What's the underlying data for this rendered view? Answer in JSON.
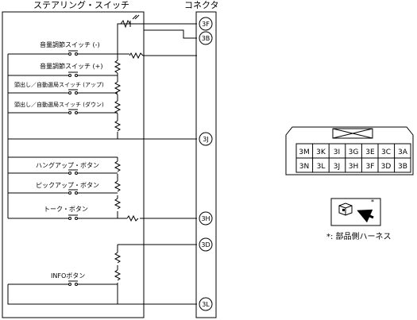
{
  "title_left": "ステアリング・スイッチ",
  "title_right": "コネクタ",
  "pins": {
    "p3F": "3F",
    "p3B": "3B",
    "p3J": "3J",
    "p3H": "3H",
    "p3D": "3D",
    "p3L": "3L"
  },
  "switches": {
    "vol_minus": "音量調節スイッチ (-)",
    "vol_plus": "音量調節スイッチ (+)",
    "seek_up": "頭出し／自動選局スイッチ (アップ)",
    "seek_down": "頭出し／自動選局スイッチ (ダウン)",
    "hang_up": "ハングアップ・ボタン",
    "pick_up": "ピックアップ・ボタン",
    "talk": "トーク・ボタン",
    "info": "INFOボタン"
  },
  "connector": {
    "row1": [
      "3M",
      "3K",
      "3I",
      "3G",
      "3E",
      "3C",
      "3A"
    ],
    "row2": [
      "3N",
      "3L",
      "3J",
      "3H",
      "3F",
      "3D",
      "3B"
    ]
  },
  "harness_mark": "*",
  "harness_note": "*: 部品側ハーネス"
}
